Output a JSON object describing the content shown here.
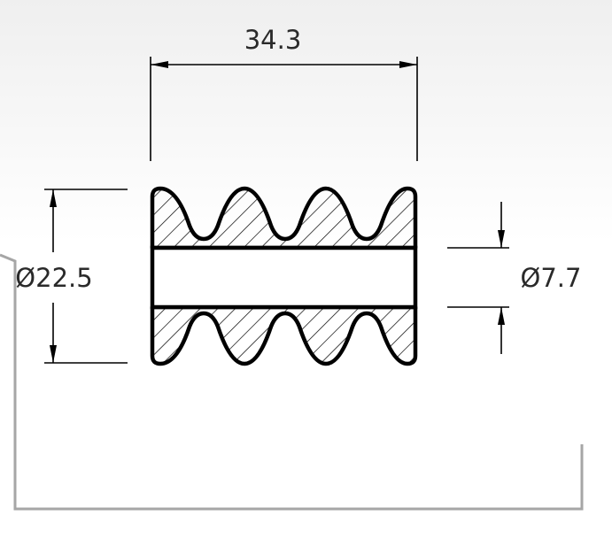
{
  "drawing": {
    "dimensions": {
      "length": "34.3",
      "outer_diameter": "Ø22.5",
      "bore_diameter": "Ø7.7"
    }
  },
  "colors": {
    "line": "#000000",
    "frame": "#a6a6a6",
    "text": "#2a2a2a",
    "background": "#ffffff"
  }
}
